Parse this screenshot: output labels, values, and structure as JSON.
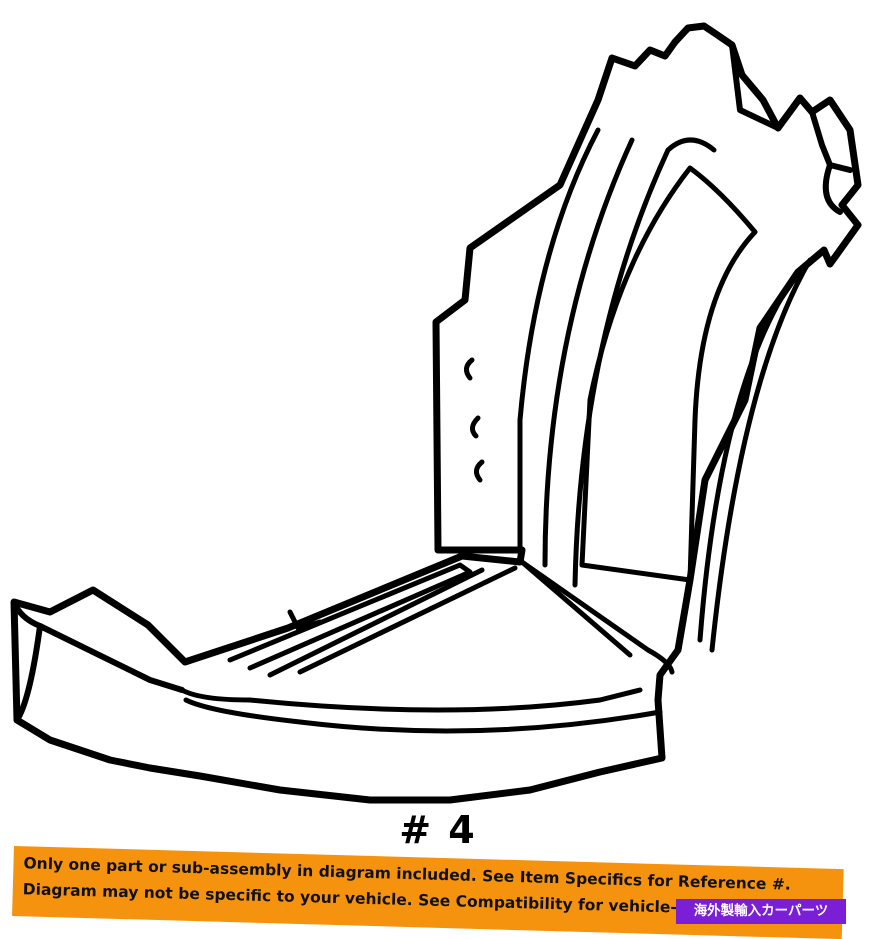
{
  "part_label": "# 4",
  "disclaimer": {
    "line1": "Only one part or sub-assembly in diagram included. See Item Specifics for Reference #.",
    "line2": "Diagram may not be specific to your vehicle. See Compatibility for vehicle-s"
  },
  "badge": {
    "text": "海外製輸入カーパーツ"
  },
  "colors": {
    "line": "#000000",
    "banner": "#f5930f",
    "badge": "#7a1fd6"
  }
}
